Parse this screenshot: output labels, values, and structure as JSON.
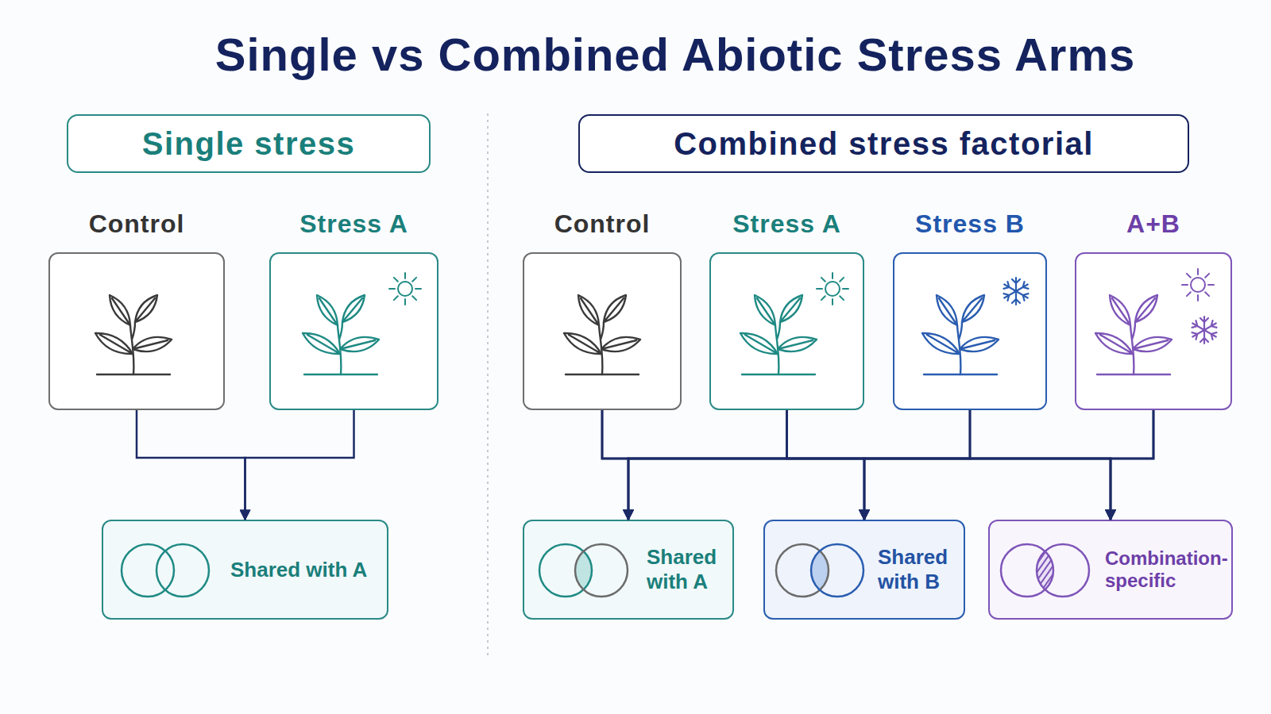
{
  "diagram": {
    "title": "Single vs Combined Abiotic Stress Arms",
    "nodes": [
      {
        "text": [
          "Single stress"
        ]
      },
      {
        "text": [
          "Combined stress factorial"
        ]
      },
      {
        "text": [
          "Control"
        ]
      },
      {
        "text": [
          "Stress A"
        ]
      },
      {
        "text": [
          "Shared with A"
        ]
      },
      {
        "text": [
          "Control"
        ]
      },
      {
        "text": [
          "Stress A"
        ]
      },
      {
        "text": [
          "Stress B"
        ]
      },
      {
        "text": [
          "A+B"
        ]
      },
      {
        "text": [
          "Shared with A"
        ]
      },
      {
        "text": [
          "Shared with B"
        ]
      },
      {
        "text": [
          "Combination-specific"
        ]
      }
    ],
    "edges": [
      {
        "from": 2,
        "to": 4,
        "arrow": "to"
      },
      {
        "from": 3,
        "to": 4,
        "arrow": "to"
      },
      {
        "from": 5,
        "to": 9,
        "arrow": "to"
      },
      {
        "from": 5,
        "to": 10,
        "arrow": "to"
      },
      {
        "from": 5,
        "to": 11,
        "arrow": "to"
      },
      {
        "from": 6,
        "to": 9,
        "arrow": "to"
      },
      {
        "from": 6,
        "to": 10,
        "arrow": "to"
      },
      {
        "from": 6,
        "to": 11,
        "arrow": "to"
      },
      {
        "from": 7,
        "to": 9,
        "arrow": "to"
      },
      {
        "from": 7,
        "to": 10,
        "arrow": "to"
      },
      {
        "from": 7,
        "to": 11,
        "arrow": "to"
      },
      {
        "from": 8,
        "to": 9,
        "arrow": "to"
      },
      {
        "from": 8,
        "to": 10,
        "arrow": "to"
      },
      {
        "from": 8,
        "to": 11,
        "arrow": "to"
      }
    ]
  }
}
